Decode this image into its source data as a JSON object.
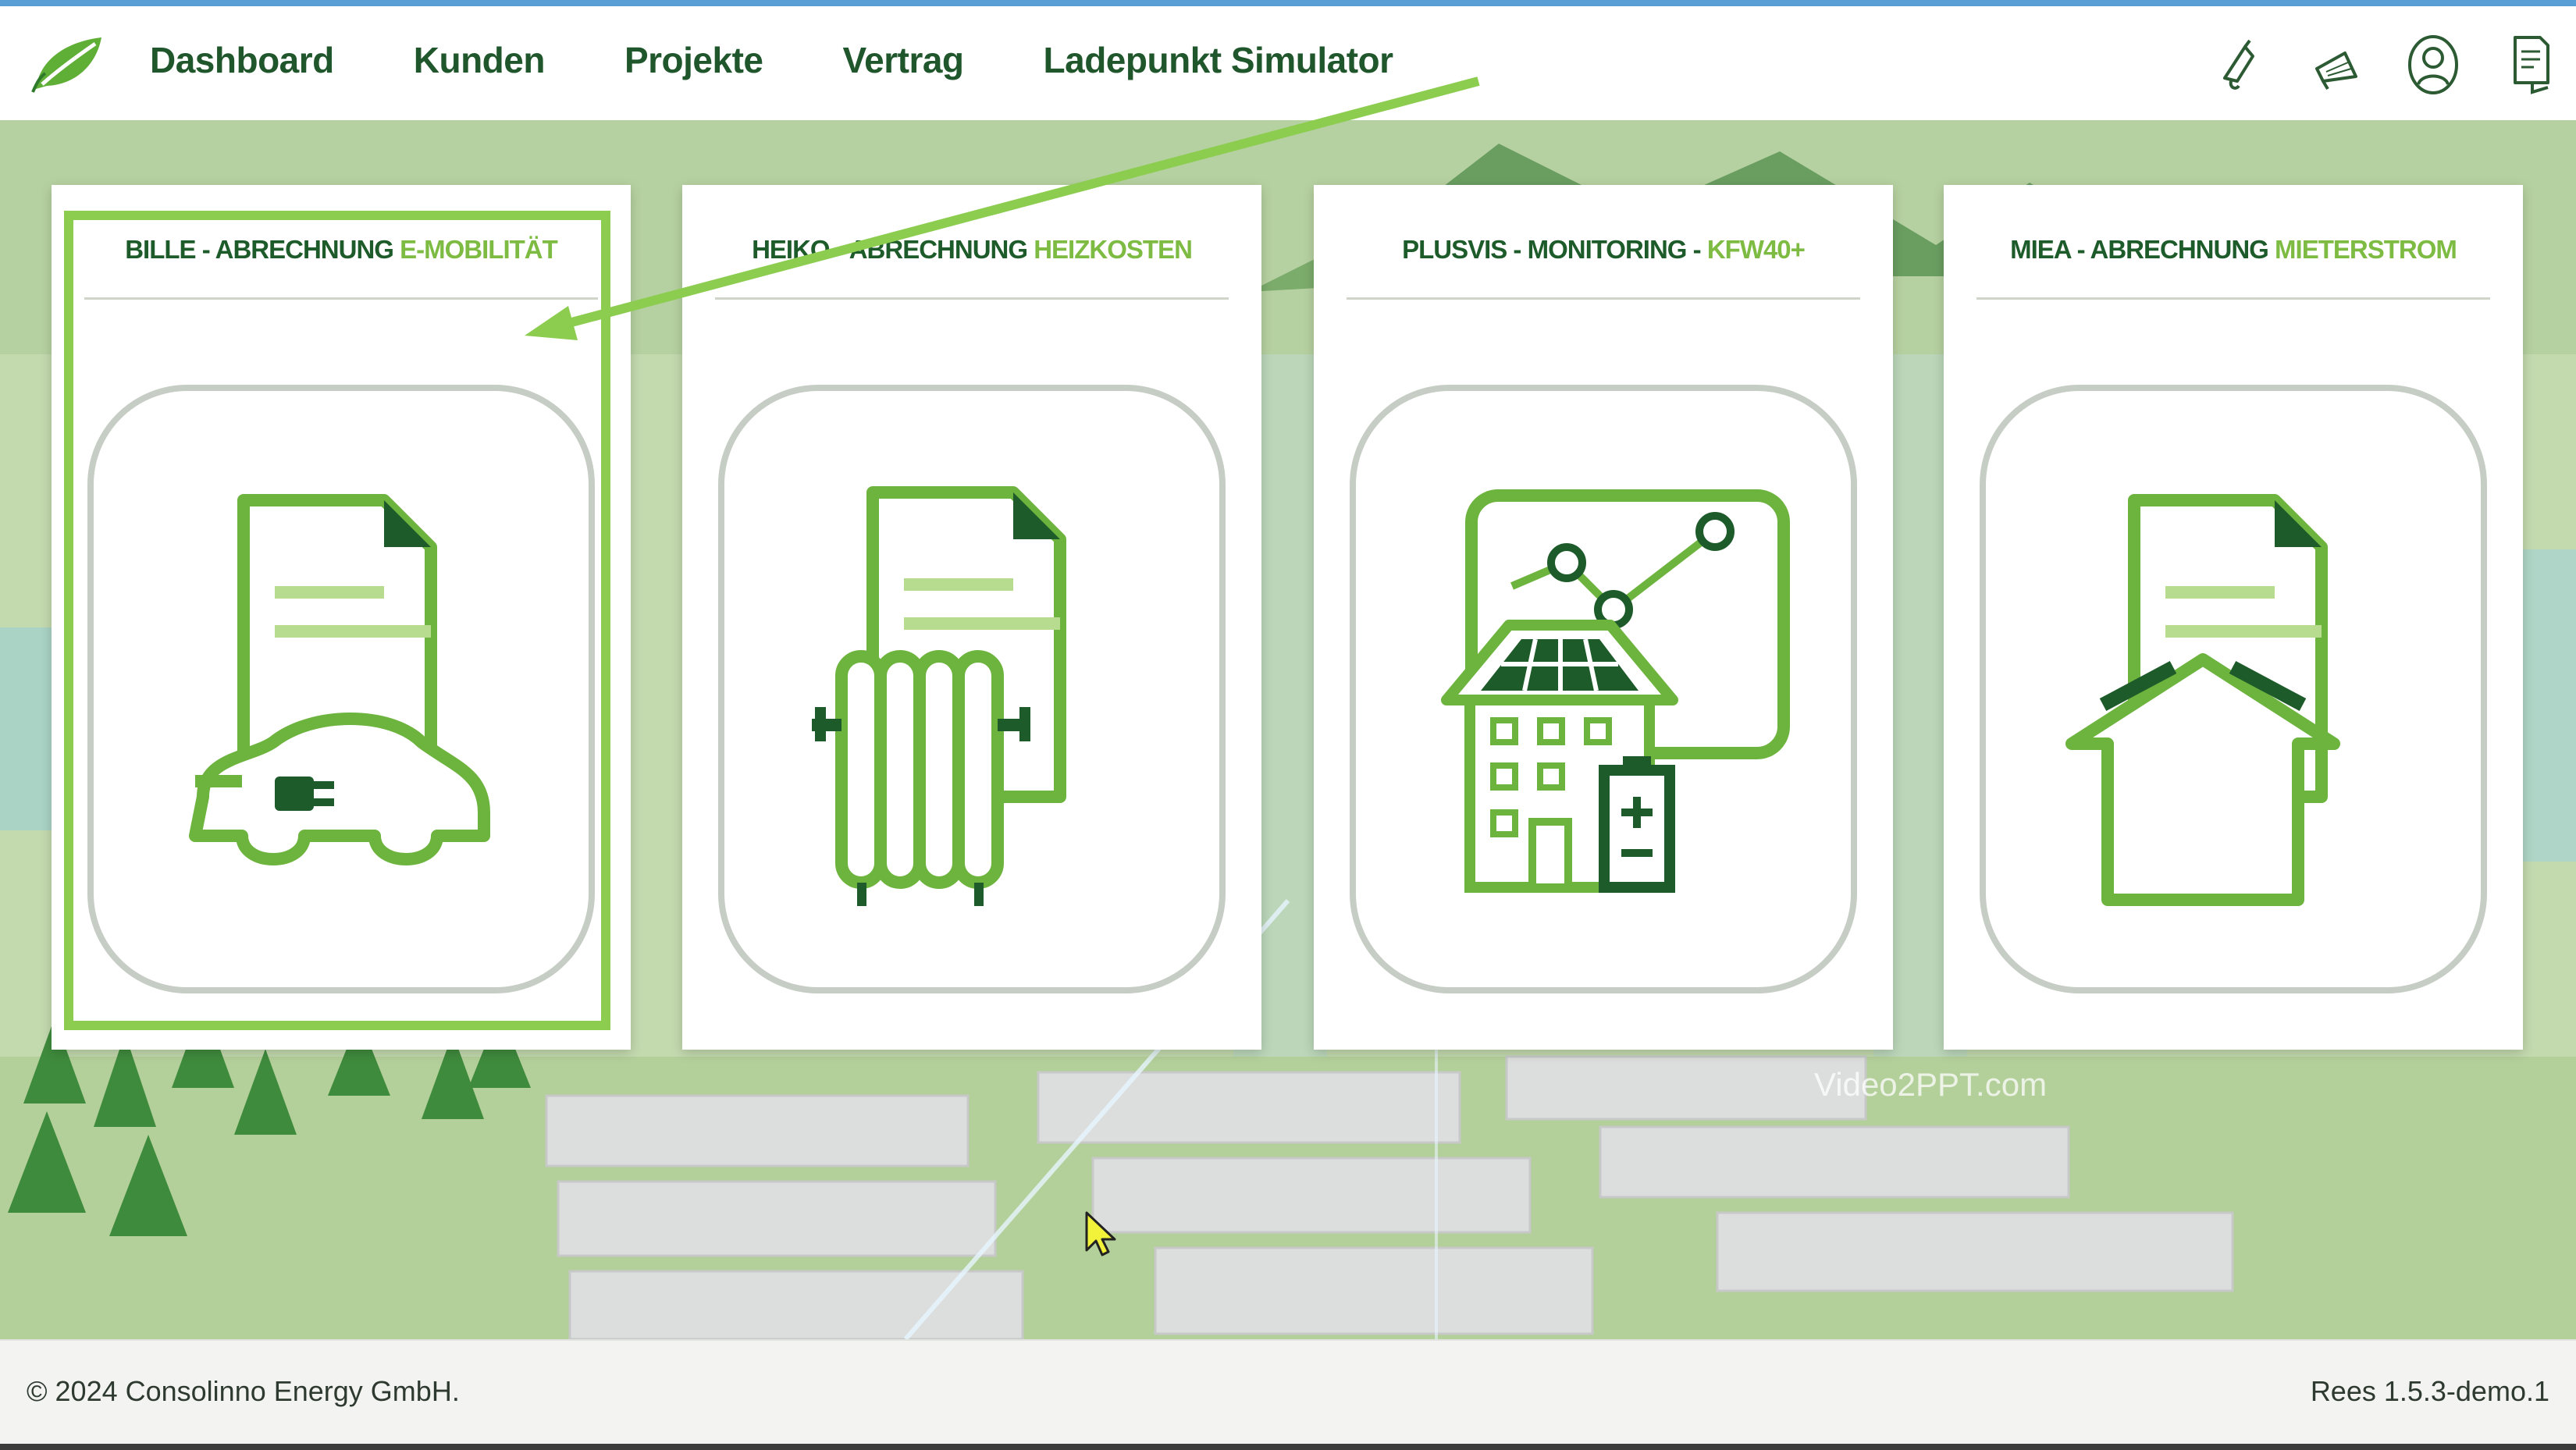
{
  "nav": {
    "items": [
      "Dashboard",
      "Kunden",
      "Projekte",
      "Vertrag",
      "Ladepunkt Simulator"
    ]
  },
  "header_icons": [
    "bell-icon",
    "megaphone-icon",
    "user-icon",
    "document-icon"
  ],
  "cards": [
    {
      "title_dark": "BILLE - ABRECHNUNG",
      "title_light": "E-MOBILITÄT",
      "icon": "e-car-invoice-icon"
    },
    {
      "title_dark": "HEIKO - ABRECHNUNG",
      "title_light": "HEIZKOSTEN",
      "icon": "radiator-invoice-icon"
    },
    {
      "title_dark": "PLUSVIS - MONITORING -",
      "title_light": "KFW40+",
      "icon": "solar-house-monitoring-icon"
    },
    {
      "title_dark": "MIEA - ABRECHNUNG",
      "title_light": "MIETERSTROM",
      "icon": "house-invoice-icon"
    }
  ],
  "watermark": "Video2PPT.com",
  "footer": {
    "copyright": "© 2024 Consolinno Energy GmbH.",
    "version": "Rees 1.5.3-demo.1"
  },
  "colors": {
    "brand_dark": "#1e5b2a",
    "brand_light": "#7dbb42",
    "highlight": "#8ccd50"
  }
}
